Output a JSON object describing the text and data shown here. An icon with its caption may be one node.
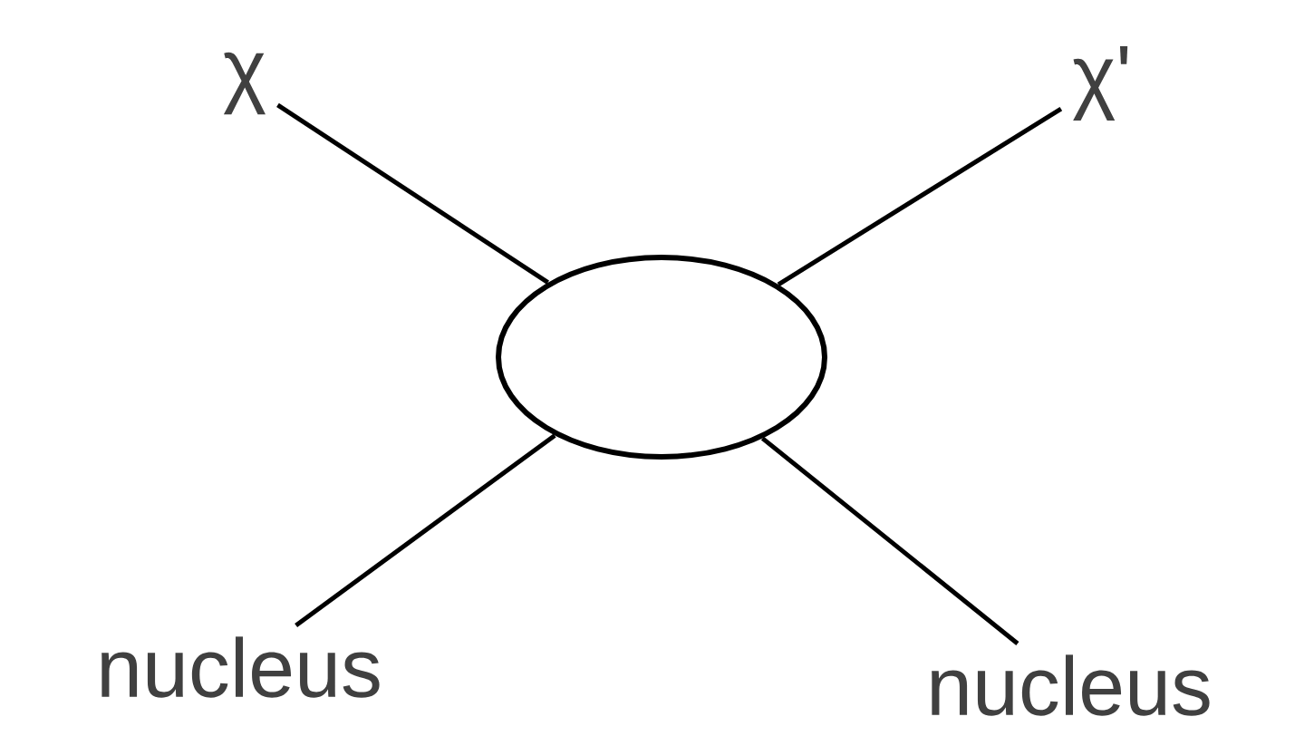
{
  "diagram": {
    "nodes": [
      {
        "text": [
          "χ"
        ]
      },
      {
        "text": [
          "χ'"
        ]
      },
      {
        "text": [],
        "shape": "ellipse"
      },
      {
        "text": [
          "nucleus"
        ]
      },
      {
        "text": [
          "nucleus"
        ]
      }
    ],
    "edges": [
      {
        "from": 0,
        "to": 2,
        "arrow": "none"
      },
      {
        "from": 1,
        "to": 2,
        "arrow": "none"
      },
      {
        "from": 2,
        "to": 3,
        "arrow": "none"
      },
      {
        "from": 2,
        "to": 4,
        "arrow": "none"
      }
    ]
  }
}
